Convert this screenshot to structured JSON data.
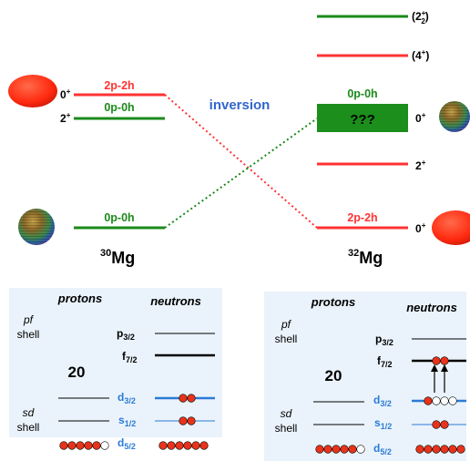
{
  "colors": {
    "red": "#ff3333",
    "green": "#1a8a1a",
    "blue_link": "#3366cc",
    "shell_blue": "#2b7bd6",
    "box_fill": "#eaf3fb",
    "filled_ball": "#e8331a",
    "box_green": "#1b8e1b"
  },
  "top": {
    "inversion_label": "inversion",
    "mg30": {
      "isotope_mass": "30",
      "isotope_symbol": "Mg",
      "levels": [
        {
          "config": "2p-2h",
          "spin": "0",
          "parity": "+",
          "color": "red"
        },
        {
          "config": "0p-0h",
          "spin": "2",
          "parity": "+",
          "color": "green"
        },
        {
          "config": "0p-0h",
          "spin": "",
          "parity": "",
          "color": "green"
        }
      ]
    },
    "mg32": {
      "isotope_mass": "32",
      "isotope_symbol": "Mg",
      "levels": [
        {
          "label": "(2",
          "sub": "2",
          "sup": "+",
          "close": ")",
          "color": "green"
        },
        {
          "label": "(4",
          "sup": "+",
          "close": ")",
          "color": "red"
        },
        {
          "config": "0p-0h",
          "box_text": "???",
          "spin": "0",
          "parity": "+",
          "color": "green"
        },
        {
          "spin": "2",
          "parity": "+",
          "color": "red"
        },
        {
          "config": "2p-2h",
          "spin": "0",
          "parity": "+",
          "color": "red"
        }
      ]
    }
  },
  "shells": {
    "protons_label": "protons",
    "neutrons_label": "neutrons",
    "pf_label": "pf",
    "sd_label": "sd",
    "shell_word": "shell",
    "magic_number": "20",
    "orbitals": [
      {
        "l": "p",
        "j": "3/2"
      },
      {
        "l": "f",
        "j": "7/2"
      },
      {
        "l": "d",
        "j": "3/2"
      },
      {
        "l": "s",
        "j": "1/2"
      },
      {
        "l": "d",
        "j": "5/2"
      }
    ]
  }
}
